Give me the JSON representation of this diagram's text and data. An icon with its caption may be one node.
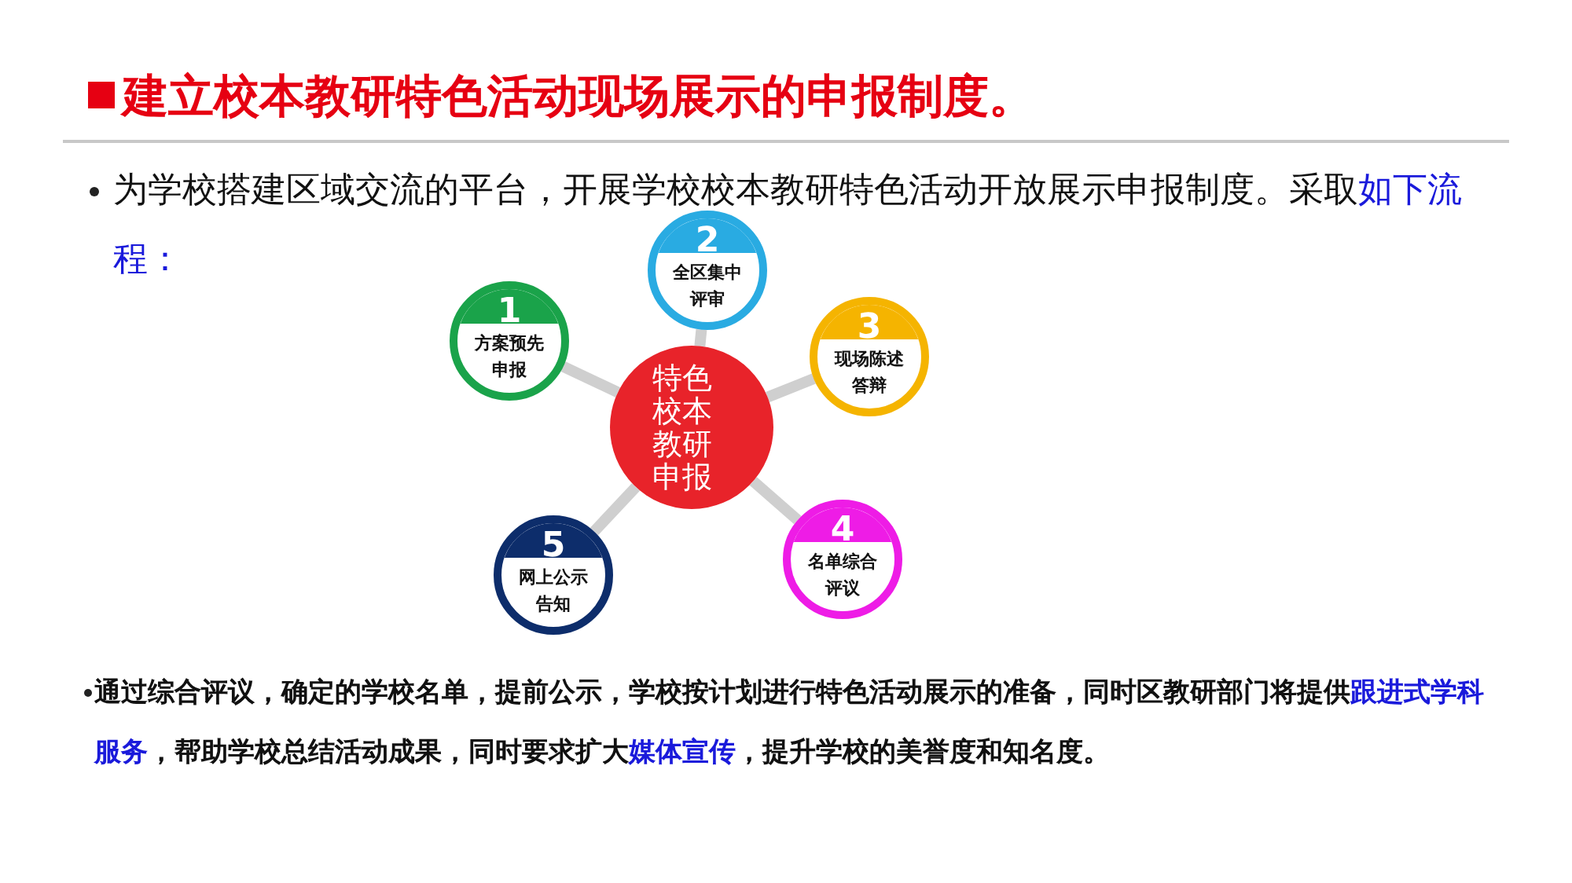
{
  "diagram": {
    "title": "建立校本教研特色活动现场展示的申报制度。",
    "nodes": [
      {
        "text": [
          "特色校本教研申报"
        ]
      },
      {
        "text": [
          "1",
          "方案预先申报"
        ]
      },
      {
        "text": [
          "2",
          "全区集中评审"
        ]
      },
      {
        "text": [
          "3",
          "现场陈述答辩"
        ]
      },
      {
        "text": [
          "4",
          "名单综合评议"
        ]
      },
      {
        "text": [
          "5",
          "网上公示告知"
        ]
      }
    ],
    "edges": [
      {
        "from": 0,
        "to": 1,
        "arrow": "none"
      },
      {
        "from": 0,
        "to": 2,
        "arrow": "none"
      },
      {
        "from": 0,
        "to": 3,
        "arrow": "none"
      },
      {
        "from": 0,
        "to": 4,
        "arrow": "none"
      },
      {
        "from": 0,
        "to": 5,
        "arrow": "none"
      }
    ],
    "labels": [
      "为学校搭建区域交流的平台，开展学校校本教研特色活动开放展示申报制度。采取",
      "如下流程：",
      "通过综合评议，确定的学校名单，提前公示，学校按计划进行特色活动展示的准备，同时区教研部门将提供",
      "跟进式学科服务",
      "，帮助学校总结活动成果，同时要求扩大",
      "媒体宣传",
      "，提升学校的美誉度和知名度。"
    ]
  }
}
